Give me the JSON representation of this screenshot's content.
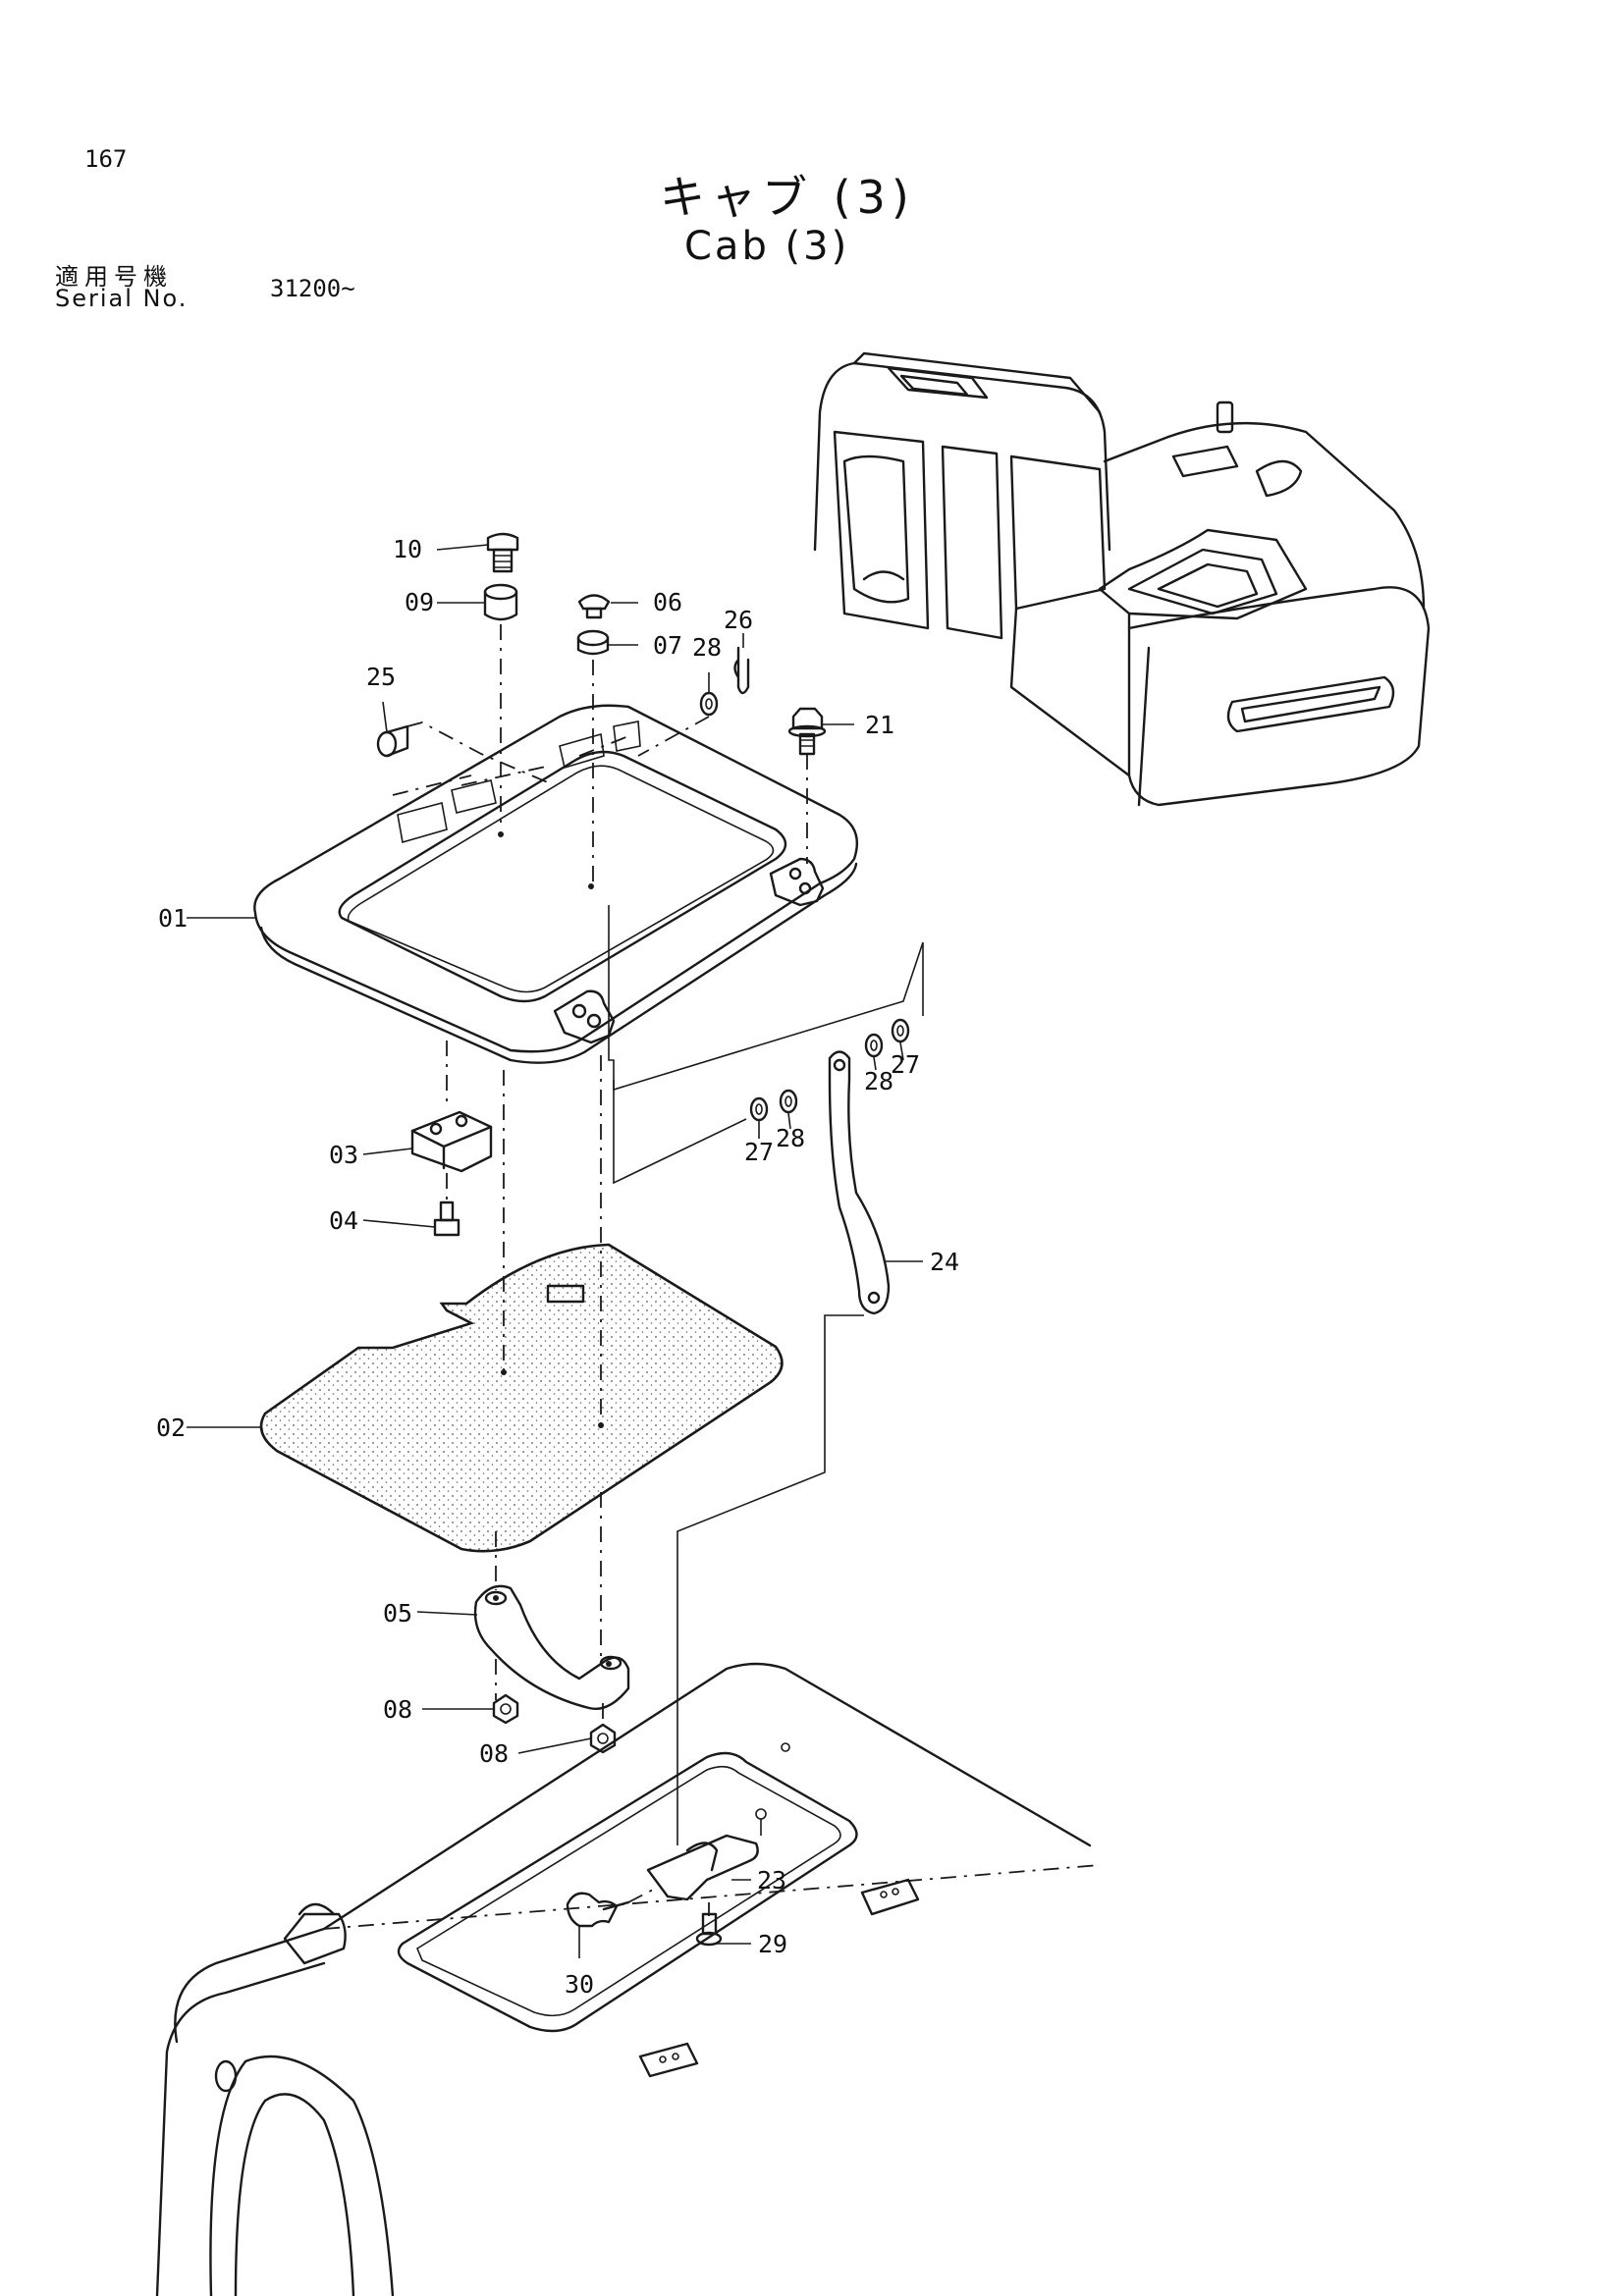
{
  "header": {
    "page_number": "167",
    "title_ja": "キャブ (3)",
    "title_en": "Cab (3)",
    "serial_label_ja": "適用号機",
    "serial_label_en": "Serial No.",
    "serial_value": "31200~"
  },
  "callouts": [
    {
      "id": "c10",
      "label": "10"
    },
    {
      "id": "c09",
      "label": "09"
    },
    {
      "id": "c06",
      "label": "06"
    },
    {
      "id": "c07",
      "label": "07"
    },
    {
      "id": "c28a",
      "label": "28"
    },
    {
      "id": "c26",
      "label": "26"
    },
    {
      "id": "c25",
      "label": "25"
    },
    {
      "id": "c21",
      "label": "21"
    },
    {
      "id": "c01",
      "label": "01"
    },
    {
      "id": "c28b",
      "label": "28"
    },
    {
      "id": "c27a",
      "label": "27"
    },
    {
      "id": "c27b",
      "label": "27"
    },
    {
      "id": "c28c",
      "label": "28"
    },
    {
      "id": "c03",
      "label": "03"
    },
    {
      "id": "c04",
      "label": "04"
    },
    {
      "id": "c24",
      "label": "24"
    },
    {
      "id": "c02",
      "label": "02"
    },
    {
      "id": "c05",
      "label": "05"
    },
    {
      "id": "c08a",
      "label": "08"
    },
    {
      "id": "c08b",
      "label": "08"
    },
    {
      "id": "c23",
      "label": "23"
    },
    {
      "id": "c29",
      "label": "29"
    },
    {
      "id": "c30",
      "label": "30"
    }
  ]
}
